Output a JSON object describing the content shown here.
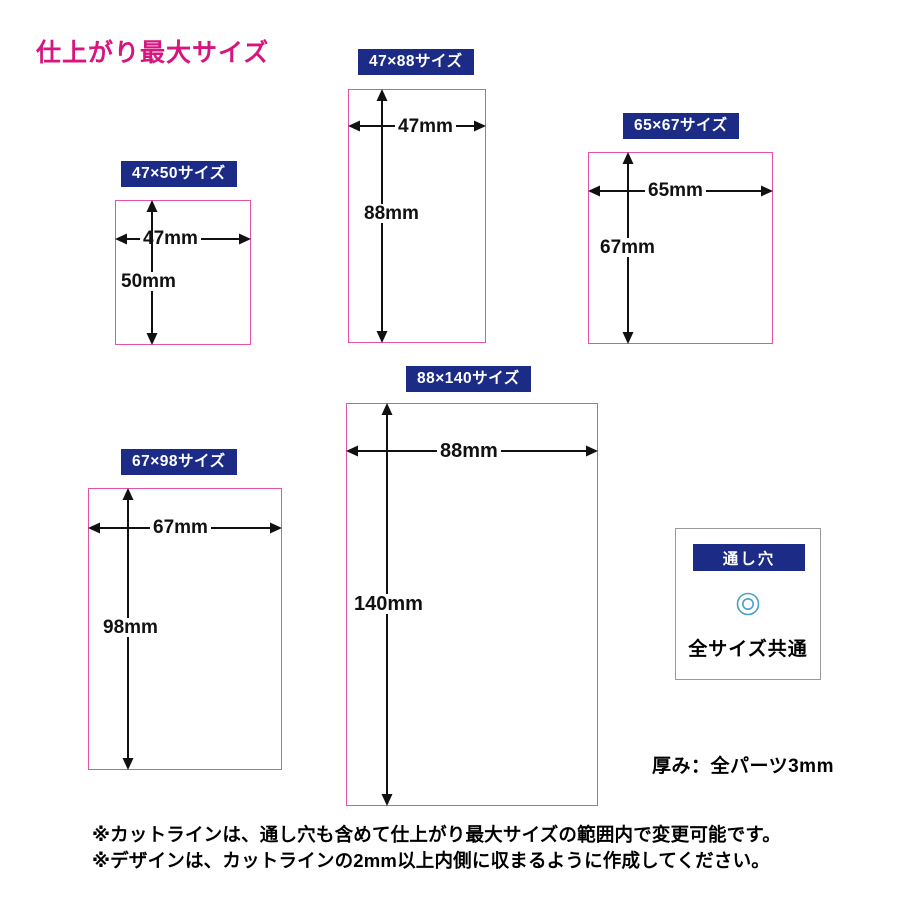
{
  "title": "仕上がり最大サイズ",
  "title_color": "#d6157f",
  "badge_color": "#1c2c86",
  "cutline_color": "#e453a8",
  "hole_icon_color": "#4a9fc7",
  "panels": [
    {
      "id": "47x50",
      "badge": "47×50サイズ",
      "width_label": "47mm",
      "height_label": "50mm",
      "width_mm": 47,
      "height_mm": 50
    },
    {
      "id": "47x88",
      "badge": "47×88サイズ",
      "width_label": "47mm",
      "height_label": "88mm",
      "width_mm": 47,
      "height_mm": 88
    },
    {
      "id": "65x67",
      "badge": "65×67サイズ",
      "width_label": "65mm",
      "height_label": "67mm",
      "width_mm": 65,
      "height_mm": 67
    },
    {
      "id": "67x98",
      "badge": "67×98サイズ",
      "width_label": "67mm",
      "height_label": "98mm",
      "width_mm": 67,
      "height_mm": 98
    },
    {
      "id": "88x140",
      "badge": "88×140サイズ",
      "width_label": "88mm",
      "height_label": "140mm",
      "width_mm": 88,
      "height_mm": 140
    }
  ],
  "hole": {
    "header": "通し穴",
    "icon": "double-circle-icon",
    "caption": "全サイズ共通"
  },
  "thickness": "厚み：全パーツ3mm",
  "notes": [
    "※カットラインは、通し穴も含めて仕上がり最大サイズの範囲内で変更可能です。",
    "※デザインは、カットラインの2mm以上内側に収まるように作成してください。"
  ]
}
